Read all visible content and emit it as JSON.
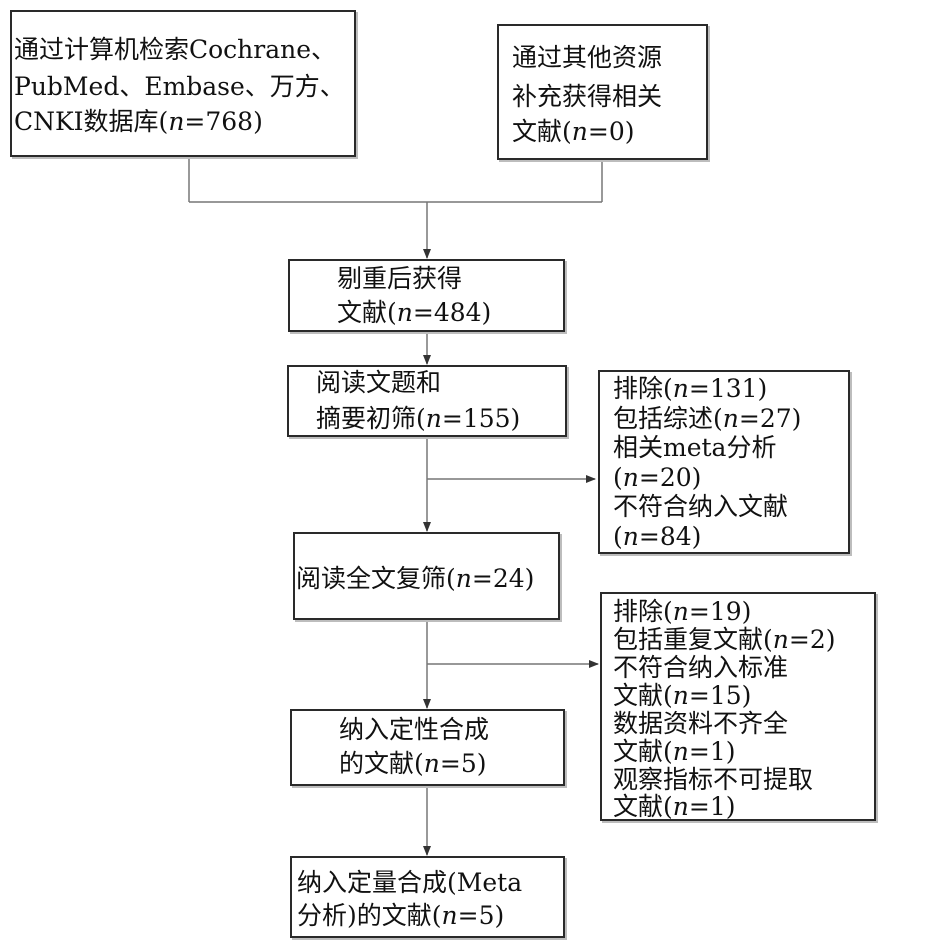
{
  "boxes": {
    "search": {
      "line1": "通过计算机检索Cochrane、",
      "line2": "PubMed、Embase、万方、",
      "line3_pre": "CNKI数据库(",
      "n_var": "n",
      "line3_post": "=768)"
    },
    "other": {
      "line1": "通过其他资源",
      "line2": "补充获得相关",
      "line3_pre": "文献(",
      "n_var": "n",
      "line3_post": "=0)"
    },
    "dedup": {
      "line1": "剔重后获得",
      "line2_pre": "文献(",
      "n_var": "n",
      "line2_post": "=484)"
    },
    "screen": {
      "line1": "阅读文题和",
      "line2_pre": "摘要初筛(",
      "n_var": "n",
      "line2_post": "=155)"
    },
    "exclude1": {
      "l1_pre": "排除(",
      "l1_n": "n",
      "l1_post": "=131)",
      "l2_pre": "包括综述(",
      "l2_n": "n",
      "l2_post": "=27)",
      "l3": "相关meta分析",
      "l4_pre": "(",
      "l4_n": "n",
      "l4_post": "=20)",
      "l5": "不符合纳入文献",
      "l6_pre": "(",
      "l6_n": "n",
      "l6_post": "=84)"
    },
    "fulltext": {
      "line_pre": "阅读全文复筛(",
      "n_var": "n",
      "line_post": "=24)"
    },
    "exclude2": {
      "l1_pre": "排除(",
      "l1_n": "n",
      "l1_post": "=19)",
      "l2_pre": "包括重复文献(",
      "l2_n": "n",
      "l2_post": "=2)",
      "l3": "不符合纳入标准",
      "l4_pre": "文献(",
      "l4_n": "n",
      "l4_post": "=15)",
      "l5": "数据资料不齐全",
      "l6_pre": "文献(",
      "l6_n": "n",
      "l6_post": "=1)",
      "l7": "观察指标不可提取",
      "l8_pre": "文献(",
      "l8_n": "n",
      "l8_post": "=1)"
    },
    "qualitative": {
      "line1": "纳入定性合成",
      "line2_pre": "的文献(",
      "n_var": "n",
      "line2_post": "=5)"
    },
    "quantitative": {
      "line1": "纳入定量合成(Meta",
      "line2_pre": "分析)的文献(",
      "n_var": "n",
      "line2_post": "=5)"
    }
  },
  "colors": {
    "line": "#777777",
    "border": "#2a2a2a",
    "arrow": "#333333"
  }
}
